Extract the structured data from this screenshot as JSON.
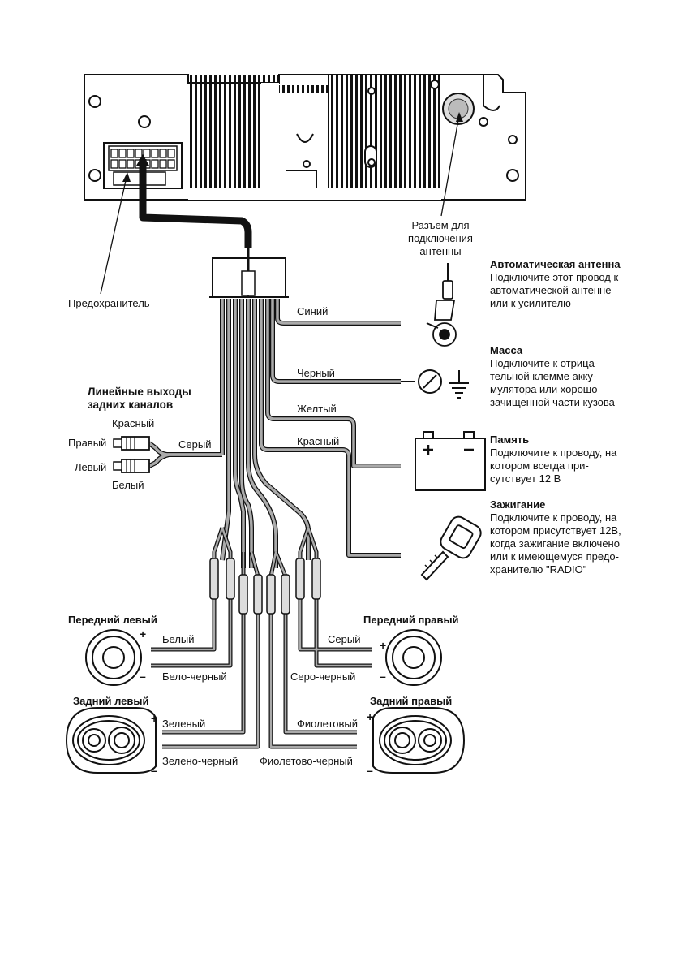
{
  "labels": {
    "antenna_connector": "Разъем для подключения антенны",
    "fuse": "Предохранитель",
    "line_outputs": "Линейные выходы задних каналов",
    "rca_red": "Красный",
    "rca_white": "Белый",
    "rca_right": "Правый",
    "rca_left": "Левый",
    "gray_wire": "Серый",
    "blue_wire": "Синий",
    "black_wire": "Черный",
    "yellow_wire": "Желтый",
    "red_wire": "Красный"
  },
  "notes": {
    "auto_antenna": {
      "head": "Автоматическая антенна",
      "body": "Подключите этот про­вод к автоматической антенне или к усили­телю"
    },
    "ground": {
      "head": "Масса",
      "body": "Подключите к отрица­тельной клемме акку­мулятора или хорошо зачищенной части ку­зова"
    },
    "memory": {
      "head": "Память",
      "body": "Подключите к проводу, на котором всегда при­сутствует 12 В"
    },
    "ignition": {
      "head": "Зажигание",
      "body": "Подключите к проводу, на котором присутст­вует 12В, когда зажи­гание включено или к имеющемуся предо­хранителю \"RADIO\""
    }
  },
  "speakers": {
    "front_left": {
      "title": "Передний левый",
      "plus_wire": "Белый",
      "minus_wire": "Бело-черный"
    },
    "front_right": {
      "title": "Передний правый",
      "plus_wire": "Серый",
      "minus_wire": "Серо-черный"
    },
    "rear_left": {
      "title": "Задний левый",
      "plus_wire": "Зеленый",
      "minus_wire": "Зелено-черный"
    },
    "rear_right": {
      "title": "Задний правый",
      "plus_wire": "Фиолетовый",
      "minus_wire": "Фиолетово-черный"
    }
  },
  "symbols": {
    "plus": "+",
    "minus": "–"
  }
}
